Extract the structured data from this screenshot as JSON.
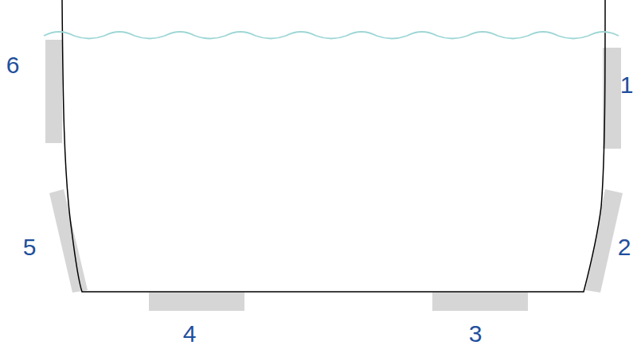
{
  "diagram": {
    "labels": [
      "6",
      "1",
      "5",
      "2",
      "4",
      "3"
    ]
  }
}
